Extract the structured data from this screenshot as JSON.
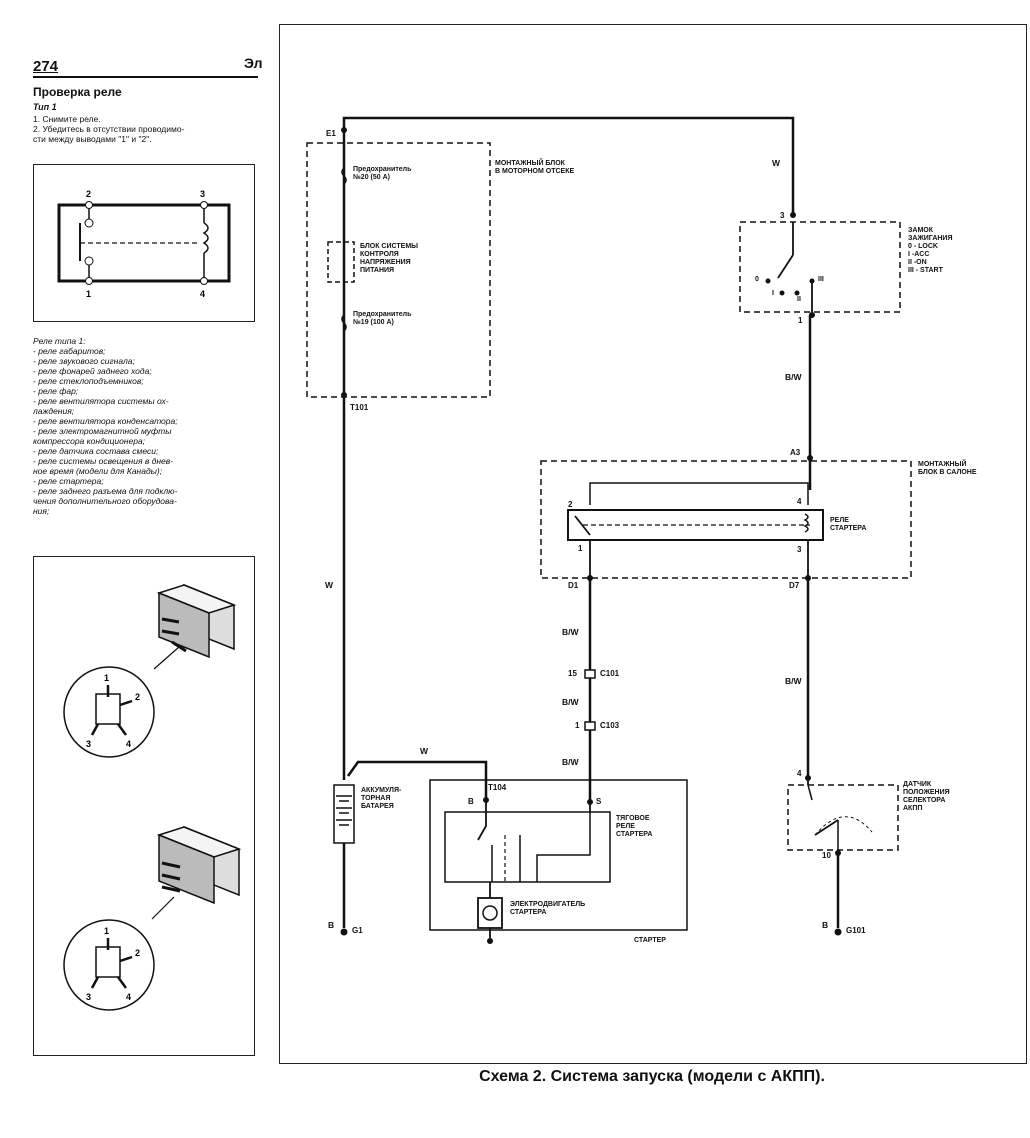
{
  "page": {
    "number": "274",
    "running_head": "Эл"
  },
  "relay_check": {
    "title": "Проверка реле",
    "subtitle": "Тип 1",
    "steps": [
      "1. Снимите реле.",
      "2. Убедитесь в отсутствии проводимо-",
      "сти между выводами \"1\" и \"2\"."
    ],
    "pins": [
      "2",
      "3",
      "1",
      "4"
    ],
    "list_title": "Реле типа 1:",
    "list_items": [
      "- реле габаритов;",
      "- реле звукового сигнала;",
      "- реле фонарей заднего хода;",
      "- реле стеклоподъемников;",
      "- реле фар;",
      "- реле вентилятора системы ох-",
      "лаждения;",
      "- реле вентилятора конденсатора;",
      "- реле электромагнитной муфты",
      "компрессора кондиционера;",
      "- реле датчика состава смеси;",
      "- реле системы освещения в днев-",
      "ное время (модели для Канады);",
      "- реле стартера;",
      "- реле заднего разъема для подклю-",
      "чения дополнительного оборудова-",
      "ния;"
    ],
    "connector_pins": [
      "1",
      "2",
      "3",
      "4"
    ]
  },
  "diagram": {
    "labels": {
      "E1": "E1",
      "fuse20": "Предохранитель\n№20 (50 А)",
      "engine_block": "МОНТАЖНЫЙ БЛОК\nВ МОТОРНОМ ОТСЕКЕ",
      "voltage_block": "БЛОК СИСТЕМЫ\nКОНТРОЛЯ\nНАПРЯЖЕНИЯ\nПИТАНИЯ",
      "fuse19": "Предохранитель\n№19 (100 А)",
      "T101": "T101",
      "ignition": "ЗАМОК\nЗАЖИГАНИЯ\n0 - LOCK\nI -ACC\nII -ON\nIII - START",
      "ign_pin3": "3",
      "ign_pin1": "1",
      "ign_0": "0",
      "ign_I": "I",
      "ign_II": "II",
      "ign_III": "III",
      "A3": "A3",
      "cabin_block": "МОНТАЖНЫЙ\nБЛОК В САЛОНЕ",
      "starter_relay": "РЕЛЕ\nСТАРТЕРА",
      "sr_pin2": "2",
      "sr_pin4": "4",
      "sr_pin1": "1",
      "sr_pin3": "3",
      "D1": "D1",
      "D7": "D7",
      "c101_pin": "15",
      "C101": "C101",
      "c103_pin": "1",
      "C103": "C103",
      "battery": "АККУМУЛЯ-\nТОРНАЯ\nБАТАРЕЯ",
      "T104": "T104",
      "term_B": "B",
      "term_S": "S",
      "solenoid": "ТЯГОВОЕ\nРЕЛЕ\nСТАРТЕРА",
      "motor": "ЭЛЕКТРОДВИГАТЕЛЬ\nСТАРТЕРА",
      "starter": "СТАРТЕР",
      "sensor": "ДАТЧИК\nПОЛОЖЕНИЯ\nСЕЛЕКТОРА\nАКПП",
      "sensor_pin4": "4",
      "sensor_pin10": "10",
      "G1": "G1",
      "G101": "G101"
    },
    "wire_colors": {
      "top": "W",
      "ign_out": "B/W",
      "left_main": "W",
      "d1_upper": "B/W",
      "d1_mid": "B/W",
      "d1_lower": "B/W",
      "d7": "B/W",
      "batt_link": "W",
      "ground_left": "B",
      "ground_right": "B"
    },
    "caption": "Схема 2. Система запуска (модели с АКПП)."
  }
}
